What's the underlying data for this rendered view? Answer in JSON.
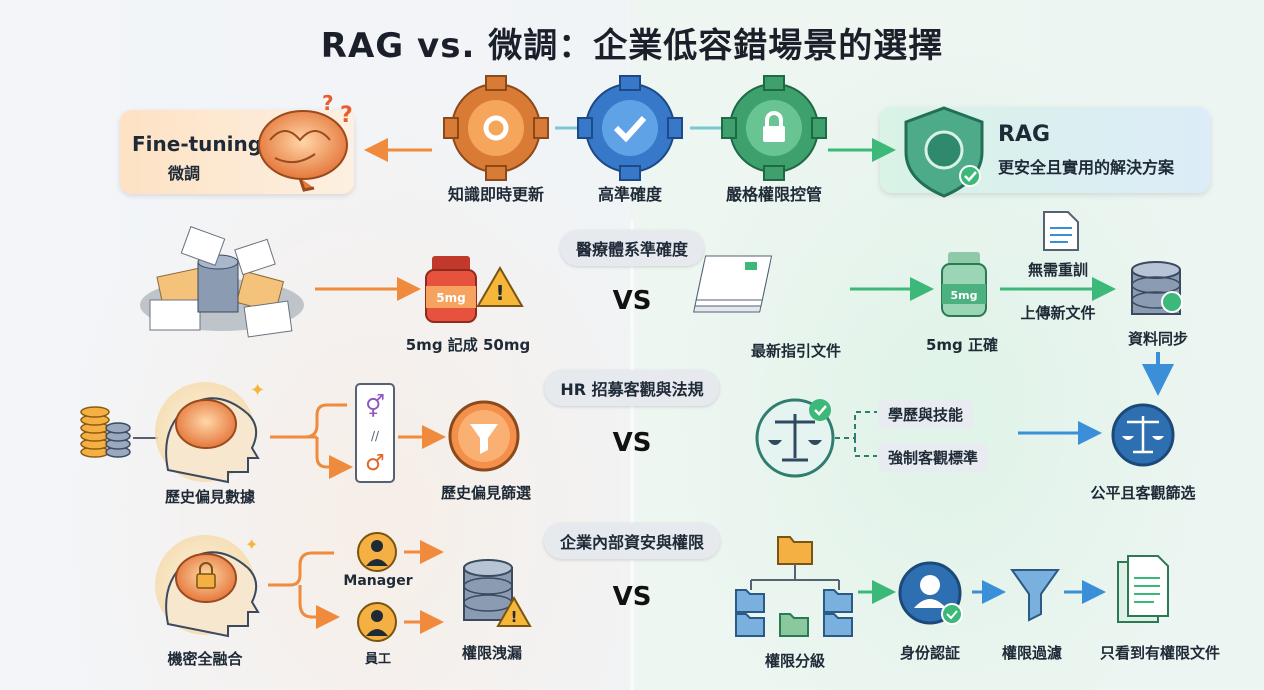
{
  "title": "RAG vs. 微調：企業低容錯場景的選擇",
  "top": {
    "finetune_label": "Fine-tuning",
    "finetune_sub": "微調",
    "rag_label": "RAG",
    "rag_sub": "更安全且實用的解決方案",
    "gears": [
      "知識即時更新",
      "高準確度",
      "嚴格權限控管"
    ]
  },
  "vs_label": "VS",
  "rows": [
    {
      "topic": "醫療體系準確度",
      "left": {
        "bottle_text": "5mg",
        "caption": "5mg 記成 50mg"
      },
      "right": {
        "docs_caption": "最新指引文件",
        "bottle_text": "5mg",
        "bottle_caption": "5mg 正確",
        "no_retrain": "無需重訓",
        "upload": "上傳新文件",
        "sync": "資料同步"
      }
    },
    {
      "topic": "HR 招募客觀與法規",
      "left": {
        "brain_caption": "歷史偏見數據",
        "filter_caption": "歷史偏見篩選"
      },
      "right": {
        "tag1": "學歷與技能",
        "tag2": "強制客觀標準",
        "result": "公平且客觀篩选"
      }
    },
    {
      "topic": "企業內部資安與權限",
      "left": {
        "brain_caption": "機密全融合",
        "manager": "Manager",
        "employee": "員工",
        "leak": "權限洩漏"
      },
      "right": {
        "tree_caption": "權限分級",
        "auth": "身份認証",
        "filter": "權限過濾",
        "view": "只看到有權限文件"
      }
    }
  ],
  "colors": {
    "orange": "#f08a3c",
    "green": "#3cb878",
    "blue": "#3a8fd8",
    "teal": "#2f8f7a"
  }
}
